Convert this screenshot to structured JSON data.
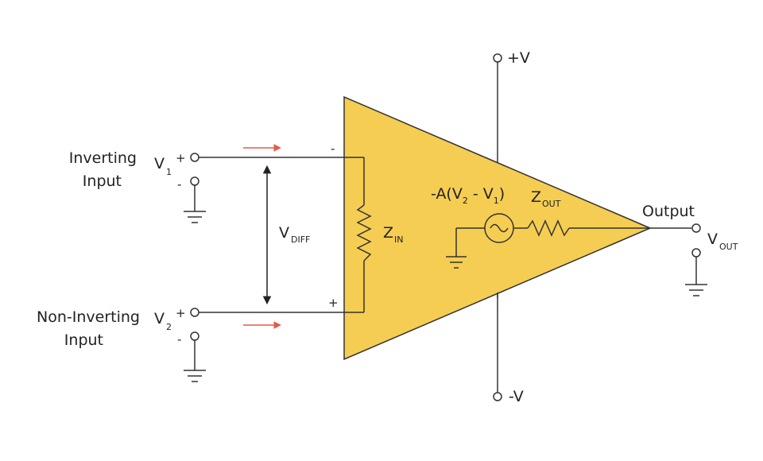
{
  "labels": {
    "inverting_line1": "Inverting",
    "inverting_line2": "Input",
    "noninverting_line1": "Non-Inverting",
    "noninverting_line2": "Input",
    "v1": "V",
    "v1_sub": "1",
    "v2": "V",
    "v2_sub": "2",
    "plus": "+",
    "minus": "-",
    "vdiff": "V",
    "vdiff_sub": "DIFF",
    "zin": "Z",
    "zin_sub": "IN",
    "gain_a": "-A(V",
    "gain_sub2": "2",
    "gain_mid": " - V",
    "gain_sub1": "1",
    "gain_close": ")",
    "zout": "Z",
    "zout_sub": "OUT",
    "output": "Output",
    "vout": "V",
    "vout_sub": "OUT",
    "pos_supply": "+V",
    "neg_supply": "-V",
    "op_minus": "-",
    "op_plus": "+"
  },
  "colors": {
    "amp_fill": "#f5cd52",
    "amp_stroke": "#333333",
    "wire": "#333333",
    "arrow_current": "#e8594a"
  }
}
